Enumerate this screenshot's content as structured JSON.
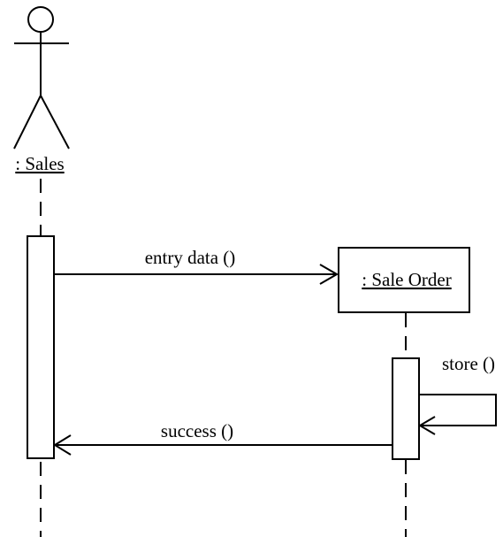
{
  "actor": {
    "label": ": Sales"
  },
  "object": {
    "label": ": Sale Order"
  },
  "messages": {
    "entry": "entry data ()",
    "store": "store ()",
    "success": "success ()"
  }
}
